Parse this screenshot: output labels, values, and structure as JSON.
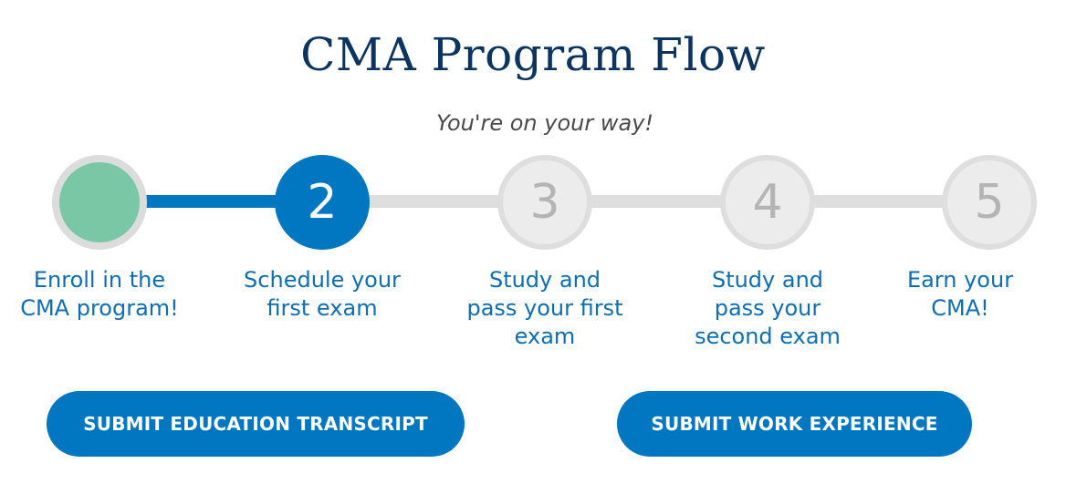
{
  "header": {
    "title": "CMA Program Flow",
    "subtitle": "You're on your way!"
  },
  "colors": {
    "title": "#0b3560",
    "accent": "#0077c0",
    "completed": "#79c7a4",
    "inactive": "#dedede",
    "label": "#0c6fb3"
  },
  "progress": {
    "current_step": 2,
    "total_steps": 5
  },
  "steps": [
    {
      "number": "",
      "status": "completed",
      "label_line1": "Enroll in the",
      "label_line2": "CMA program!",
      "label_line3": ""
    },
    {
      "number": "2",
      "status": "current",
      "label_line1": "Schedule your",
      "label_line2": "first exam",
      "label_line3": ""
    },
    {
      "number": "3",
      "status": "upcoming",
      "label_line1": "Study and",
      "label_line2": "pass your first",
      "label_line3": "exam"
    },
    {
      "number": "4",
      "status": "upcoming",
      "label_line1": "Study and",
      "label_line2": "pass your",
      "label_line3": "second exam"
    },
    {
      "number": "5",
      "status": "upcoming",
      "label_line1": "Earn your",
      "label_line2": "CMA!",
      "label_line3": ""
    }
  ],
  "actions": {
    "education_label": "SUBMIT EDUCATION TRANSCRIPT",
    "work_label": "SUBMIT WORK EXPERIENCE"
  }
}
